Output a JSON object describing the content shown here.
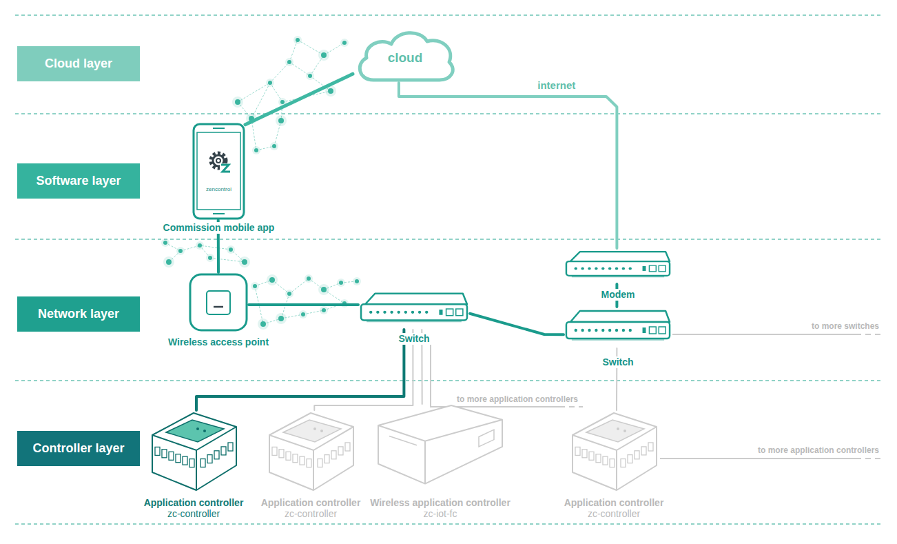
{
  "diagram": {
    "nodes": [
      {
        "text": [
          "Cloud layer"
        ]
      },
      {
        "text": [
          "Software layer"
        ]
      },
      {
        "text": [
          "Network layer"
        ]
      },
      {
        "text": [
          "Controller layer"
        ]
      },
      {
        "text": [
          "cloud"
        ]
      },
      {
        "text": [
          "zencontrol",
          "Commission mobile app"
        ]
      },
      {
        "text": [
          "Wireless access point"
        ]
      },
      {
        "text": [
          "Switch"
        ]
      },
      {
        "text": [
          "Modem"
        ]
      },
      {
        "text": [
          "Switch"
        ]
      },
      {
        "text": [
          "Application controller",
          "zc-controller"
        ]
      },
      {
        "text": [
          "Application controller",
          "zc-controller"
        ]
      },
      {
        "text": [
          "Wireless application controller",
          "zc-iot-fc"
        ]
      },
      {
        "text": [
          "Application controller",
          "zc-controller"
        ]
      }
    ],
    "edges": [
      {
        "from": 5,
        "to": 4,
        "arrow": "none"
      },
      {
        "from": 4,
        "to": 8,
        "label": "internet",
        "arrow": "none"
      },
      {
        "from": 5,
        "to": 6,
        "arrow": "none"
      },
      {
        "from": 6,
        "to": 7,
        "arrow": "none"
      },
      {
        "from": 7,
        "to": 9,
        "arrow": "none"
      },
      {
        "from": 8,
        "to": 9,
        "arrow": "none"
      },
      {
        "from": 7,
        "to": 10,
        "arrow": "none"
      },
      {
        "from": 7,
        "to": 11,
        "arrow": "none"
      },
      {
        "from": 7,
        "to": 12,
        "arrow": "none"
      },
      {
        "from": 9,
        "to": 13,
        "arrow": "none"
      }
    ],
    "labels": [
      "to more switches",
      "to more application controllers",
      "to more application controllers"
    ]
  }
}
